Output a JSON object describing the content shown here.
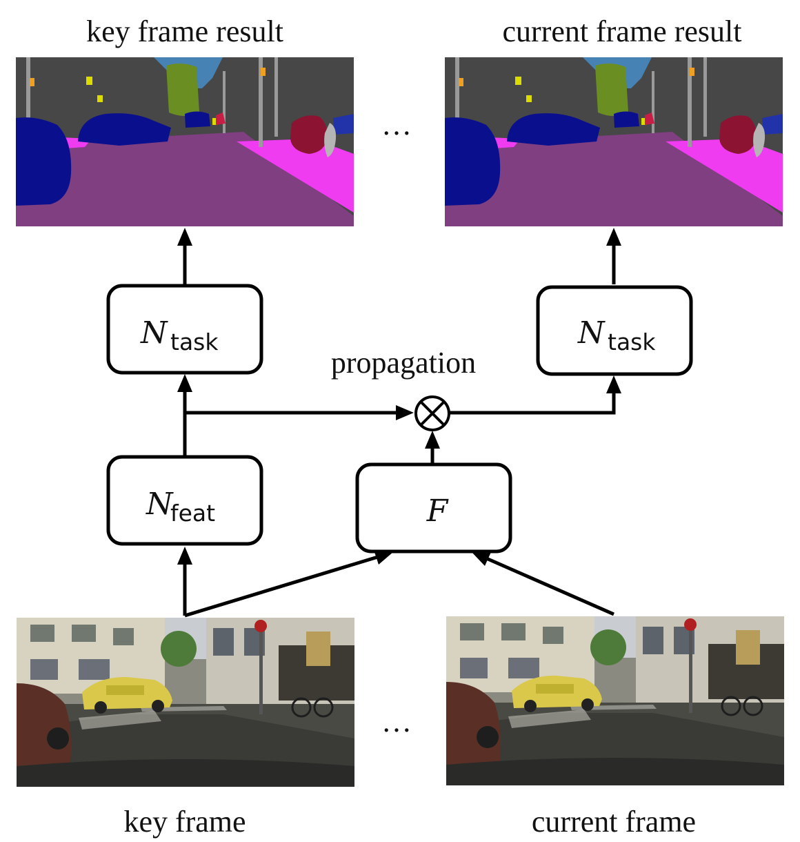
{
  "labels": {
    "key_result": "key frame result",
    "current_result": "current frame result",
    "propagation": "propagation",
    "key_frame": "key frame",
    "current_frame": "current frame",
    "ellipsis_top": "…",
    "ellipsis_bottom": "…"
  },
  "boxes": {
    "task_left": {
      "main": "N",
      "sub": "task"
    },
    "task_right": {
      "main": "N",
      "sub": "task"
    },
    "feat": {
      "main": "N",
      "sub": "feat"
    },
    "flow": {
      "main": "F"
    }
  },
  "colors": {
    "road": "#7f3f80",
    "sidewalk": "#f03cf0",
    "building": "#474747",
    "sky": "#4682b4",
    "vegetation": "#6b8e23",
    "car": "#0a0f8e",
    "person": "#8c1432",
    "pole": "#9a9a9a",
    "sign": "#dcdc00",
    "light": "#f0a020"
  }
}
